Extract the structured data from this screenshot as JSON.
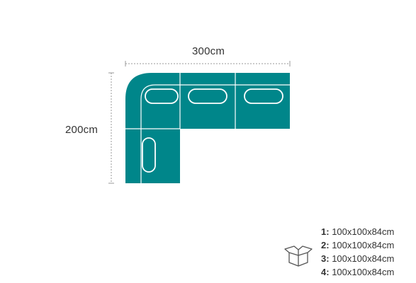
{
  "dimensions": {
    "width": "300cm",
    "depth": "200cm"
  },
  "colors": {
    "sofa": "#00868a",
    "lines": "#ffffff",
    "dimension_line": "#999999",
    "text": "#333333"
  },
  "modules": [
    {
      "name": "corner",
      "cushion": "horizontal"
    },
    {
      "name": "middle",
      "cushion": "horizontal"
    },
    {
      "name": "end",
      "cushion": "horizontal"
    },
    {
      "name": "chaise",
      "cushion": "vertical"
    }
  ],
  "packages": [
    {
      "num": "1:",
      "size": "100x100x84cm"
    },
    {
      "num": "2:",
      "size": "100x100x84cm"
    },
    {
      "num": "3:",
      "size": "100x100x84cm"
    },
    {
      "num": "4:",
      "size": "100x100x84cm"
    }
  ],
  "icons": {
    "package": "box-icon"
  }
}
